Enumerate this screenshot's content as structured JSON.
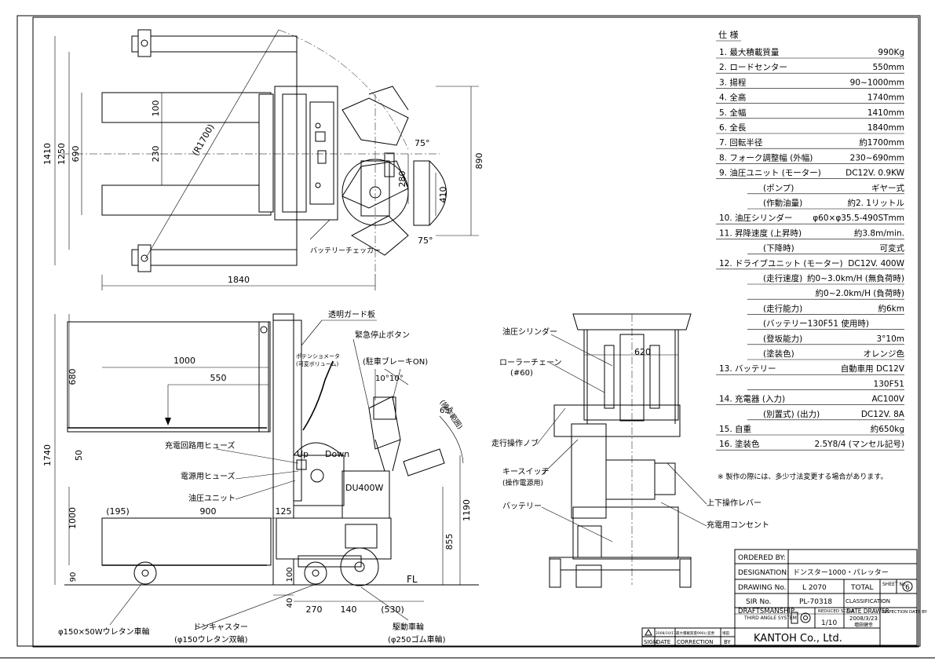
{
  "spec": {
    "title": "仕 様",
    "rows": [
      {
        "label": "1. 最大積載質量",
        "value": "990Kg"
      },
      {
        "label": "2. ロードセンター",
        "value": "550mm"
      },
      {
        "label": "3. 揚程",
        "value": "90~1000mm"
      },
      {
        "label": "4. 全高",
        "value": "1740mm"
      },
      {
        "label": "5. 全幅",
        "value": "1410mm"
      },
      {
        "label": "6. 全長",
        "value": "1840mm"
      },
      {
        "label": "7. 回転半径",
        "value": "約1700mm"
      },
      {
        "label": "8. フォーク調整幅 (外幅)",
        "value": "230~690mm"
      },
      {
        "label": "9. 油圧ユニット (モーター)",
        "value": "DC12V. 0.9KW"
      },
      {
        "label": "(ポンプ)",
        "value": "ギヤー式"
      },
      {
        "label": "(作動油量)",
        "value": "約2. 1リットル"
      },
      {
        "label": "10. 油圧シリンダー",
        "value": "φ60×φ35.5-490STmm"
      },
      {
        "label": "11. 昇降速度 (上昇時)",
        "value": "約3.8m/min."
      },
      {
        "label": "(下降時)",
        "value": "可変式"
      },
      {
        "label": "12. ドライブユニット (モーター)",
        "value": "DC12V. 400W"
      },
      {
        "label": "(走行速度)",
        "value": "約0~3.0km/H (無負荷時)"
      },
      {
        "label": "",
        "value": "約0~2.0km/H (負荷時)"
      },
      {
        "label": "(走行能力)",
        "value": "約6km"
      },
      {
        "label": "(バッテリー130F51 使用時)",
        "value": ""
      },
      {
        "label": "(登坂能力)",
        "value": "3°10m"
      },
      {
        "label": "(塗装色)",
        "value": "オレンジ色"
      },
      {
        "label": "13. バッテリー",
        "value": "自動車用 DC12V"
      },
      {
        "label": "",
        "value": "130F51"
      },
      {
        "label": "14. 充電器 (入力)",
        "value": "AC100V"
      },
      {
        "label": "(別置式) (出力)",
        "value": "DC12V. 8A"
      },
      {
        "label": "15. 自重",
        "value": "約650kg"
      },
      {
        "label": "16. 塗装色",
        "value": "2.5Y8/4 (マンセル記号)"
      }
    ],
    "note": "※ 製作の際には、多少寸法変更する場合があります。"
  },
  "title_block": {
    "ordered_by_label": "ORDERED BY:",
    "ordered_by_value": "",
    "designation_label": "DESIGNATION:",
    "designation_value": "ドンスター1000・パレッター",
    "drawing_no_label": "DRAWING No.",
    "drawing_no_value": "L 2070",
    "total_label": "TOTAL",
    "sheet_label": "SHEET No.",
    "sheet_no": "6",
    "sir_label": "SIR No.",
    "sir_value": "PL-70318",
    "classification_label": "CLASSIFICATION",
    "draftsmanship_label": "DRAFTSMANSHIP",
    "reduced_scale_label": "REDUCED SCALE",
    "date_drawer_label": "DATE DRAWER",
    "inspection_label": "INSPECTION DATE BY",
    "third_angle_label": "THIRD ANGLE SYSTEM",
    "scale_value": "1/10",
    "date_value": "2008/3/23",
    "drawer_value": "増田健幸",
    "company": "KANTOH Co., Ltd."
  },
  "revision": {
    "entry_date": "2008/10/17",
    "entry_text": "最大積載質量990に変更",
    "entry_by": "増田",
    "sign_label": "SIGN",
    "date_label": "DATE",
    "correction_label": "CORRECTION",
    "by_label": "BY"
  },
  "plan_view": {
    "dims": [
      "1410",
      "1250",
      "690",
      "230",
      "100",
      "(R1700)",
      "1840",
      "890",
      "280",
      "410",
      "75°",
      "75°"
    ],
    "battery_checker": "バッテリーチェッカー"
  },
  "side_view": {
    "dims": [
      "1000",
      "550",
      "680",
      "50",
      "1740",
      "1000",
      "90",
      "(195)",
      "900",
      "125",
      "100",
      "40",
      "270",
      "140",
      "(530)",
      "855",
      "1190",
      "10°",
      "10°",
      "65°"
    ],
    "labels": {
      "guard_plate": "透明ガード板",
      "potentiometer": "ポテンショメータ",
      "potentiometer_sub": "(可変ボリューム)",
      "emergency_stop": "緊急停止ボタン",
      "parking_brake": "(駐車ブレーキON)",
      "operating_range": "(操作範囲)",
      "charge_fuse": "充電回路用ヒューズ",
      "power_fuse": "電源用ヒューズ",
      "hydraulic_unit": "油圧ユニット",
      "up": "Up",
      "down": "Down",
      "du400w": "DU400W",
      "fl": "FL",
      "front_wheel": "φ150×50Wウレタン車輪",
      "caster": "ドンキャスター",
      "caster_sub": "(φ150ウレタン双輪)",
      "drive_wheel": "駆動車輪",
      "drive_wheel_sub": "(φ250ゴム車輪)"
    }
  },
  "rear_view": {
    "dim_620": "620",
    "labels": {
      "cylinder": "油圧シリンダー",
      "roller_chain": "ローラーチェーン",
      "roller_chain_sub": "(#60)",
      "travel_knob": "走行操作ノブ",
      "key_switch": "キースイッチ",
      "key_switch_sub": "(操作電源用)",
      "battery": "バッテリー",
      "updown_lever": "上下操作レバー",
      "charging_outlet": "充電用コンセント"
    }
  }
}
